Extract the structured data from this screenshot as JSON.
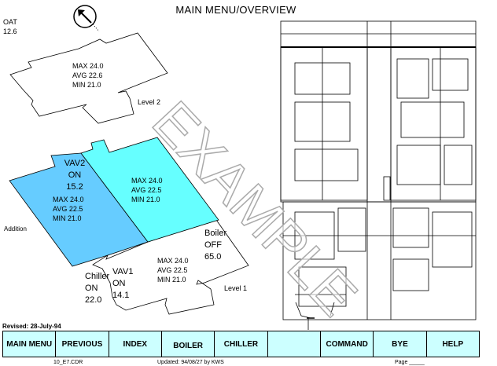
{
  "title": "MAIN MENU/OVERVIEW",
  "oat": {
    "label": "OAT",
    "value": "12.6"
  },
  "level2": {
    "label": "Level 2",
    "max": "MAX  24.0",
    "avg": "AVG  22.6",
    "min": "MIN   21.0"
  },
  "addition": {
    "label": "Addition",
    "max": "MAX  24.0",
    "avg": "AVG  22.5",
    "min": "MIN   21.0"
  },
  "cyan_zone": {
    "max": "MAX  24.0",
    "avg": "AVG  22.5",
    "min": "MIN   21.0"
  },
  "level1": {
    "label": "Level 1",
    "max": "MAX  24.0",
    "avg": "AVG  22.5",
    "min": "MIN   21.0"
  },
  "vav2": {
    "name": "VAV2",
    "state": "ON",
    "value": "15.2"
  },
  "vav1": {
    "name": "VAV1",
    "state": "ON",
    "value": "14.1"
  },
  "chiller": {
    "name": "Chiller",
    "state": "ON",
    "value": "22.0"
  },
  "boiler": {
    "name": "Boiler",
    "state": "OFF",
    "value": "65.0"
  },
  "watermark": "EXAMPLE",
  "revised": "Revised: 28-July-94",
  "menu": [
    "MAIN MENU",
    "PREVIOUS",
    "INDEX",
    "BOILER",
    "CHILLER",
    "",
    "COMMAND",
    "BYE",
    "HELP"
  ],
  "footer": {
    "file": "10_E7.CDR",
    "updated": "Updated: 94/08/27 by KWS",
    "page": "Page _____"
  },
  "colors": {
    "addition": "#66ccff",
    "cyan_zone": "#66ffff",
    "button": "#ccffff"
  }
}
